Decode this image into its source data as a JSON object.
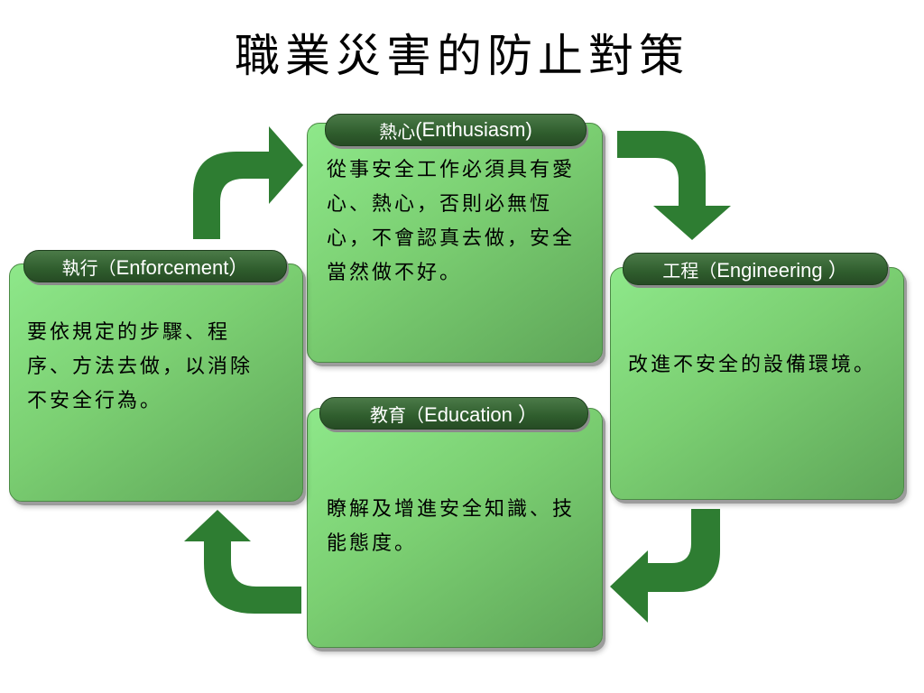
{
  "title": "職業災害的防止對策",
  "colors": {
    "arrow": "#2e7d32",
    "card_light": "#8ee88a",
    "card_dark": "#5ea558",
    "pill": "#2f5d2d"
  },
  "boxes": {
    "enthusiasm": {
      "label_zh": "熱心",
      "label_en": "(Enthusiasm)",
      "text": "從事安全工作必須具有愛心、熱心，否則必無恆心，不會認真去做，安全當然做不好。"
    },
    "engineering": {
      "label_zh": "工程（",
      "label_en": "Engineering ）",
      "text": "改進不安全的設備環境。"
    },
    "education": {
      "label_zh": "教育（",
      "label_en": "Education ）",
      "text": "瞭解及增進安全知識、技能態度。"
    },
    "enforcement": {
      "label_zh": "執行（",
      "label_en": "Enforcement）",
      "text": "要依規定的步驟、程序、方法去做，以消除不安全行為。"
    }
  }
}
